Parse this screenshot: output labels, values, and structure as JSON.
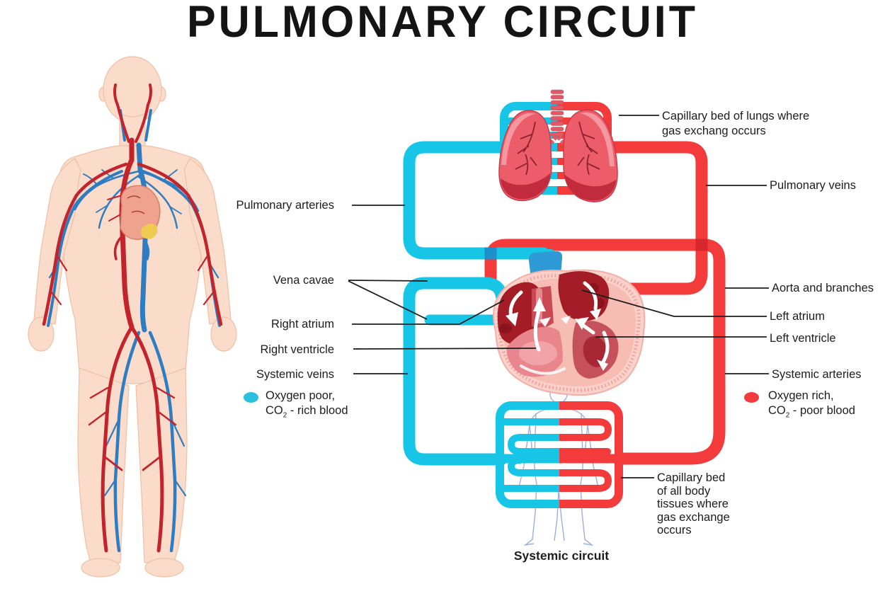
{
  "title": "PULMONARY CIRCUIT",
  "left_labels": {
    "pulmonary_arteries": "Pulmonary arteries",
    "vena_cavae": "Vena cavae",
    "right_atrium": "Right atrium",
    "right_ventricle": "Right ventricle",
    "systemic_veins": "Systemic veins"
  },
  "right_labels": {
    "capillary_lungs_line1": "Capillary bed of lungs where",
    "capillary_lungs_line2": "gas exchang occurs",
    "pulmonary_veins": "Pulmonary veins",
    "aorta": "Aorta and branches",
    "left_atrium": "Left atrium",
    "left_ventricle": "Left ventricle",
    "systemic_arteries": "Systemic arteries",
    "capillary_body_line1": "Capillary bed",
    "capillary_body_line2": "of all body",
    "capillary_body_line3": "tissues where",
    "capillary_body_line4": "gas exchange",
    "capillary_body_line5": "occurs"
  },
  "bottom_label": {
    "systemic_circuit": "Systemic circuit"
  },
  "legend": {
    "oxygen_poor_line1": "Oxygen poor,",
    "oxygen_poor_co": "CO",
    "oxygen_poor_sub": "2",
    "oxygen_poor_rest": " - rich blood",
    "oxygen_rich_line1": "Oxygen rich,",
    "oxygen_rich_co": "CO",
    "oxygen_rich_sub": "2",
    "oxygen_rich_rest": " - poor blood"
  },
  "colors": {
    "vein_cyan": "#17c5e6",
    "artery_red": "#f43b3b",
    "crossing_blue": "#1d8fcb",
    "crossing_red": "#d8262e"
  }
}
